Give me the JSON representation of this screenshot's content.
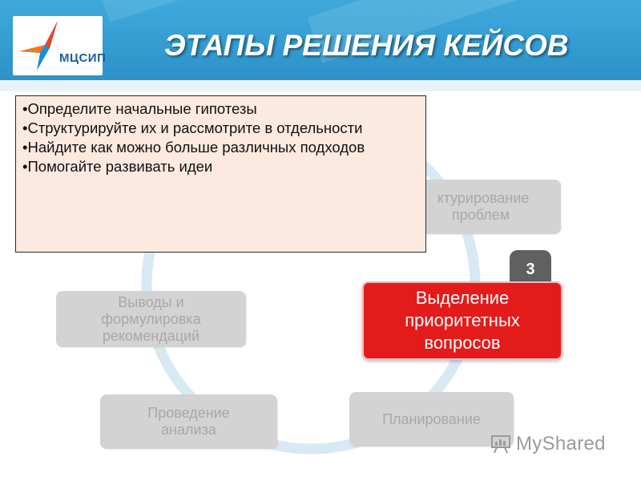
{
  "header": {
    "title": "ЭТАПЫ РЕШЕНИЯ КЕЙСОВ",
    "logo_text": "МЦСИП",
    "colors": {
      "background": "#3fa9dc",
      "title": "#ffffff"
    }
  },
  "tip_box": {
    "items": [
      "•Определите начальные гипотезы",
      "•Структурируйте их и рассмотрите в отдельности",
      "•Найдите как можно больше различных подходов",
      "•Помогайте развивать идеи"
    ],
    "colors": {
      "background": "#fce9df",
      "border": "#2a2a2a"
    }
  },
  "stages": {
    "structuring": {
      "line1": "ктурирование",
      "line2": "проблем"
    },
    "priority": {
      "number": "3",
      "line1": "Выделение",
      "line2": "приоритетных",
      "line3": "вопросов"
    },
    "planning": {
      "line1": "Планирование"
    },
    "analysis": {
      "line1": "Проведение",
      "line2": "анализа"
    },
    "conclusions": {
      "line1": "Выводы и",
      "line2": "формулировка",
      "line3": "рекомендаций"
    },
    "colors": {
      "inactive": "#d3d3d3",
      "inactive_text": "#a8a8a8",
      "active": "#e41b1b",
      "ring": "#d7e9f3"
    }
  },
  "watermark": {
    "text": "MyShared",
    "icon": "presentation-board-icon"
  }
}
